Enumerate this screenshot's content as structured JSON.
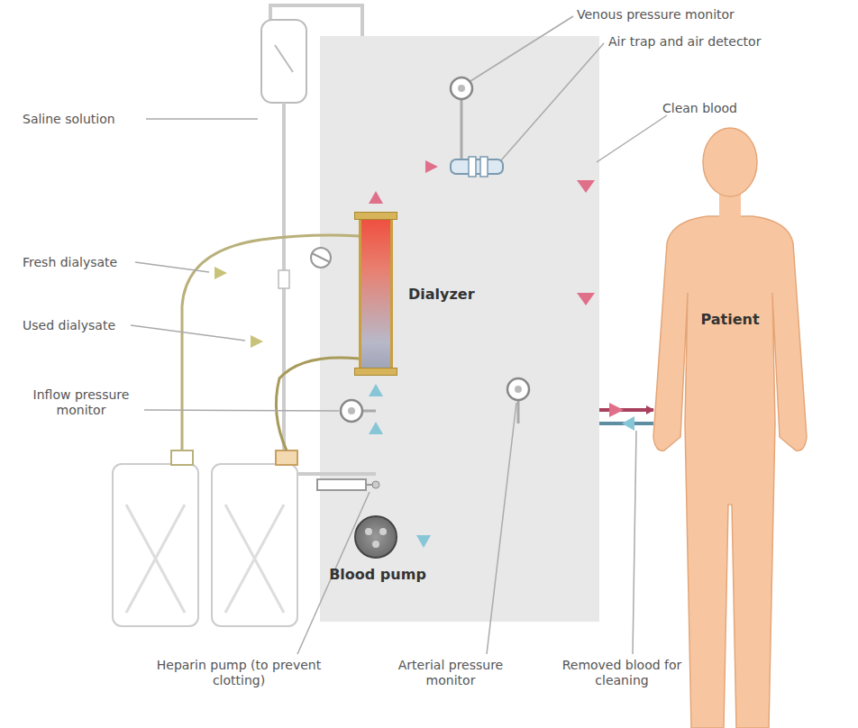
{
  "diagram": {
    "nodes": [
      {
        "text": [
          "Dialyzer"
        ]
      },
      {
        "text": [
          "Patient"
        ]
      },
      {
        "text": [
          "Blood pump"
        ]
      }
    ],
    "edges": [
      {
        "from": 0,
        "to": 1,
        "arrow": "to"
      },
      {
        "from": 1,
        "to": 2,
        "arrow": "to"
      },
      {
        "from": 2,
        "to": 0,
        "arrow": "to"
      }
    ],
    "labels": [
      "Venous pressure monitor",
      "Air trap and air detector",
      "Clean blood",
      "Saline solution",
      "Fresh dialysate",
      "Used dialysate",
      "Inflow pressure monitor",
      "Heparin pump (to prevent clotting)",
      "Arterial pressure monitor",
      "Removed blood for cleaning"
    ]
  }
}
